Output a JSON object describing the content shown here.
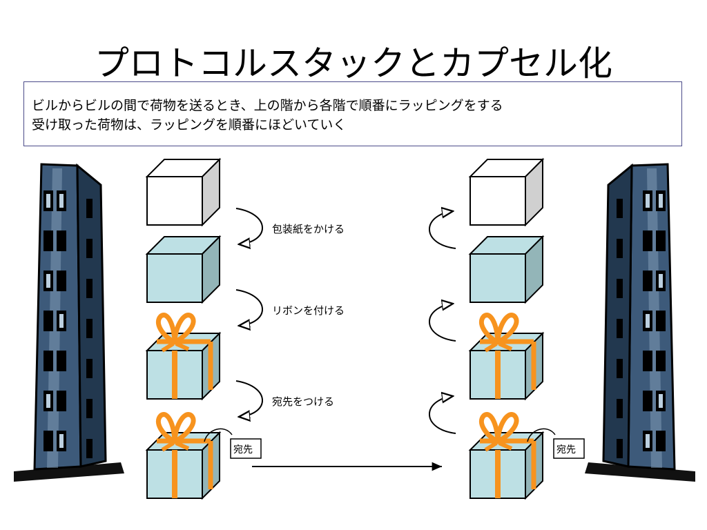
{
  "title": "プロトコルスタックとカプセル化",
  "caption": {
    "line1": "ビルからビルの間で荷物を送るとき、上の階から各階で順番にラッピングをする",
    "line2": "受け取った荷物は、ラッピングを順番にほどいていく"
  },
  "steps": {
    "wrap": "包装紙をかける",
    "ribbon": "リボンを付ける",
    "address": "宛先をつける"
  },
  "address_tag": "宛先",
  "colors": {
    "wrapped_box": "#bde0e4",
    "wrapped_side": "#93b5b8",
    "ribbon": "#f7931e",
    "building_window": "#111111",
    "building_facade": "#4a6a8c"
  }
}
